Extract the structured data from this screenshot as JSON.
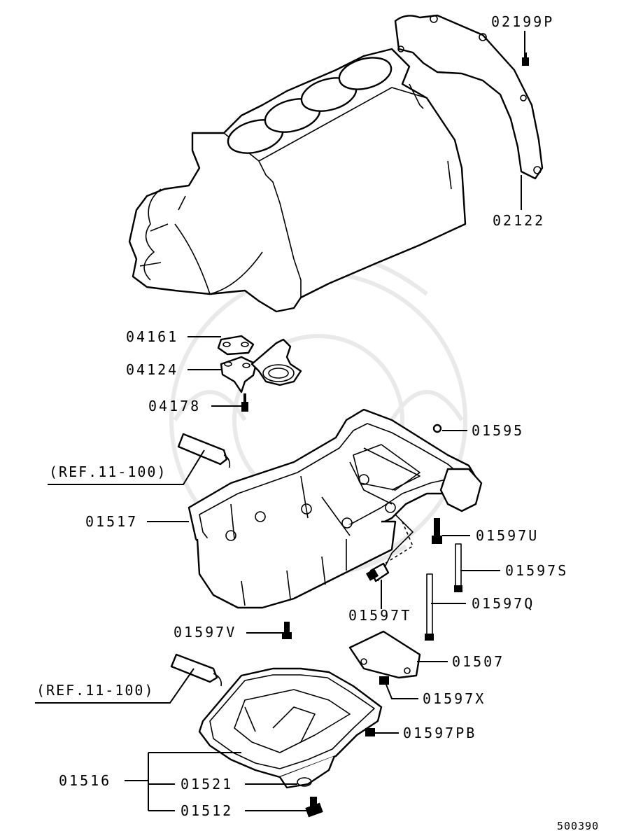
{
  "labels": {
    "p02199P": "02199P",
    "p02122": "02122",
    "p04161": "04161",
    "p04124": "04124",
    "p04178": "04178",
    "p01595": "01595",
    "ref_upper": "(REF.11-100)",
    "p01517": "01517",
    "p01597U": "01597U",
    "p01597S": "01597S",
    "p01597T": "01597T",
    "p01597Q": "01597Q",
    "p01597V": "01597V",
    "p01507": "01507",
    "ref_lower": "(REF.11-100)",
    "p01597X": "01597X",
    "p01597PB": "01597PB",
    "p01516": "01516",
    "p01521": "01521",
    "p01512": "01512"
  },
  "diagram_code": "500390"
}
